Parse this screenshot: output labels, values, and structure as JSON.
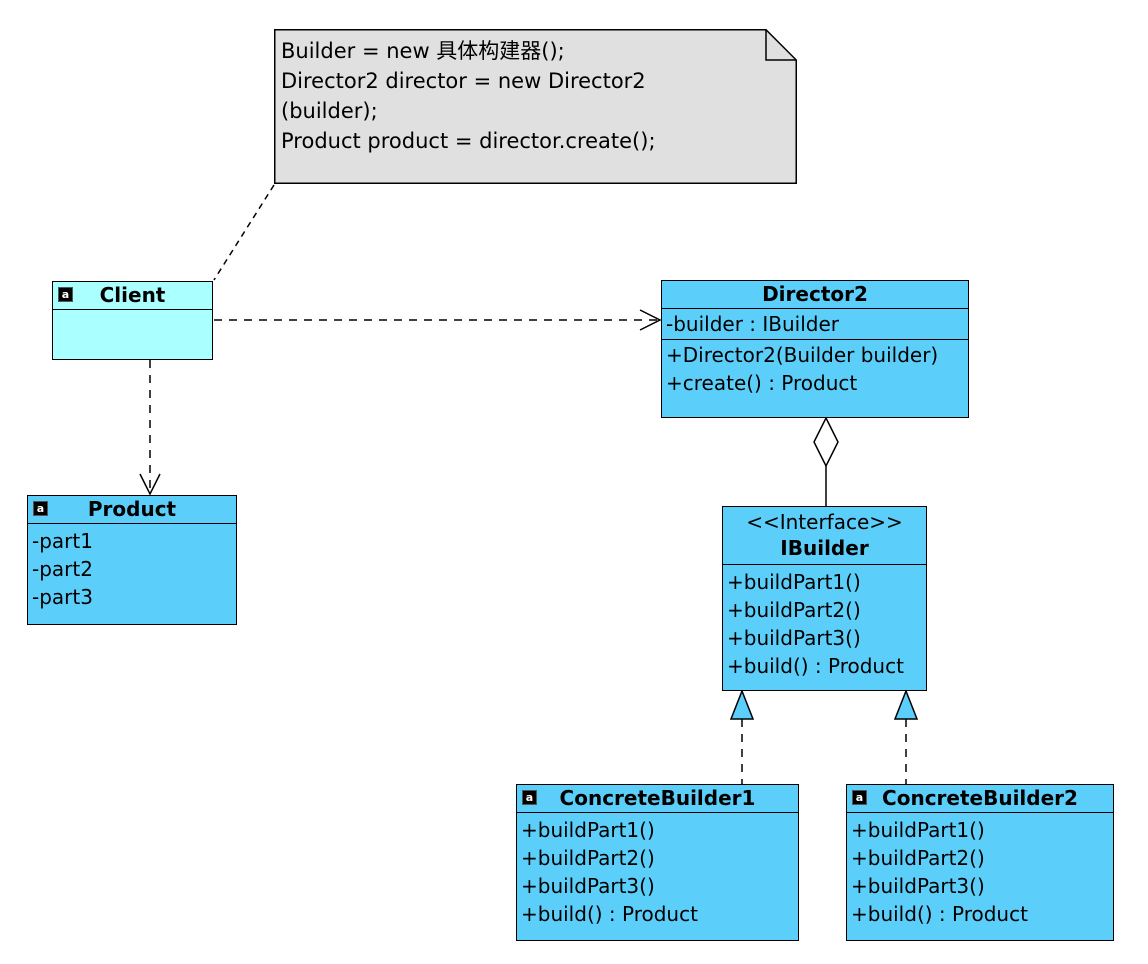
{
  "note": {
    "lines": [
      "Builder = new 具体构建器();",
      "Director2 director = new Director2",
      "(builder);",
      "Product product = director.create();"
    ]
  },
  "client": {
    "name": "Client",
    "attributes": [],
    "operations": []
  },
  "product": {
    "name": "Product",
    "attributes": [
      "-part1",
      "-part2",
      "-part3"
    ]
  },
  "director": {
    "name": "Director2",
    "attributes": [
      "-builder : IBuilder"
    ],
    "operations": [
      "+Director2(Builder builder)",
      "+create() : Product"
    ]
  },
  "ibuilder": {
    "stereotype": "<<Interface>>",
    "name": "IBuilder",
    "operations": [
      "+buildPart1()",
      "+buildPart2()",
      "+buildPart3()",
      "+build() : Product"
    ]
  },
  "concrete1": {
    "name": "ConcreteBuilder1",
    "operations": [
      "+buildPart1()",
      "+buildPart2()",
      "+buildPart3()",
      "+build() : Product"
    ]
  },
  "concrete2": {
    "name": "ConcreteBuilder2",
    "operations": [
      "+buildPart1()",
      "+buildPart2()",
      "+buildPart3()",
      "+build() : Product"
    ]
  },
  "colors": {
    "class_fill": "#5bcffa",
    "client_fill": "#aaffff",
    "note_fill": "#e0e0e0"
  },
  "icons": {
    "class_icon": "class-icon"
  }
}
